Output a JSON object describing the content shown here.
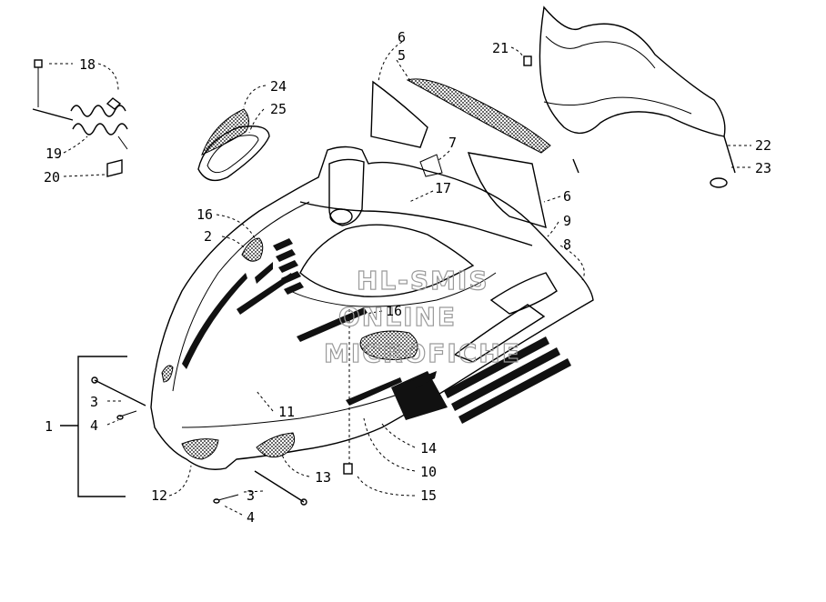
{
  "diagram": {
    "callouts": {
      "c1": "1",
      "c2": "2",
      "c3a": "3",
      "c3b": "3",
      "c4a": "4",
      "c4b": "4",
      "c5": "5",
      "c6a": "6",
      "c6b": "6",
      "c7": "7",
      "c8": "8",
      "c9": "9",
      "c10": "10",
      "c11": "11",
      "c12": "12",
      "c13": "13",
      "c14": "14",
      "c15": "15",
      "c16a": "16",
      "c16b": "16",
      "c17": "17",
      "c18": "18",
      "c19": "19",
      "c20": "20",
      "c21": "21",
      "c22": "22",
      "c23": "23",
      "c24": "24",
      "c25": "25"
    },
    "watermark": {
      "line1": "HL-SMIS",
      "line2": "ONLINE",
      "line3": "MICROFICHE"
    },
    "colors": {
      "ink": "#000000",
      "paper": "#ffffff",
      "watermark": "#9a9a9a"
    }
  }
}
